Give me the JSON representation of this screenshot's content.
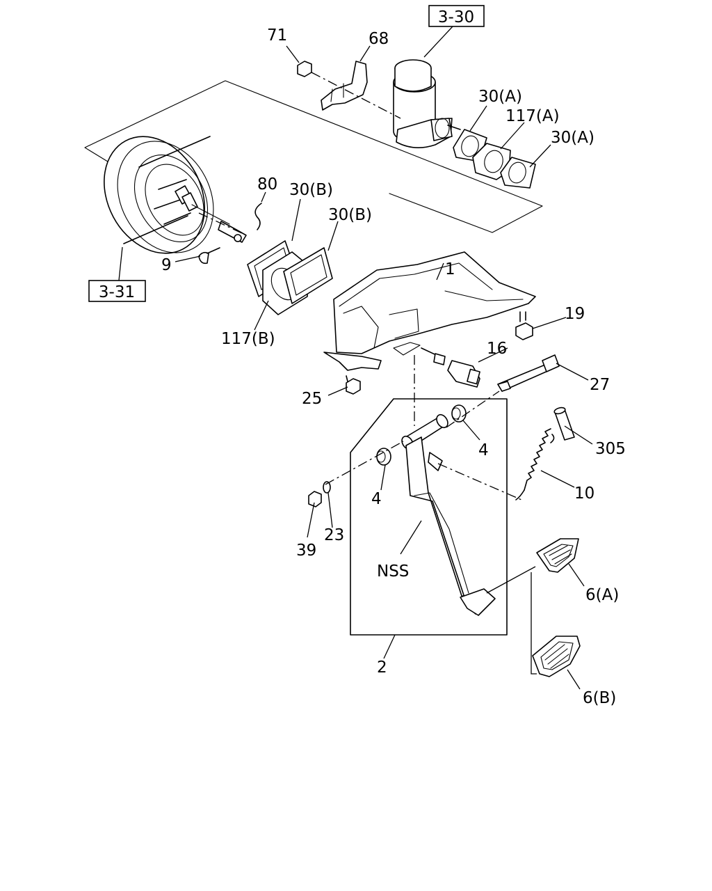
{
  "references": {
    "master_cylinder": "3-30",
    "booster": "3-31"
  },
  "labels": {
    "p71": "71",
    "p68": "68",
    "p30a_1": "30(A)",
    "p117a": "117(A)",
    "p30a_2": "30(A)",
    "p80": "80",
    "p30b_1": "30(B)",
    "p30b_2": "30(B)",
    "p9": "9",
    "p117b": "117(B)",
    "p1": "1",
    "p19": "19",
    "p16": "16",
    "p27": "27",
    "p25": "25",
    "p4_right": "4",
    "p305": "305",
    "p4_left": "4",
    "p10": "10",
    "p39": "39",
    "p23": "23",
    "nss": "NSS",
    "p6a": "6(A)",
    "p2": "2",
    "p6b": "6(B)"
  }
}
